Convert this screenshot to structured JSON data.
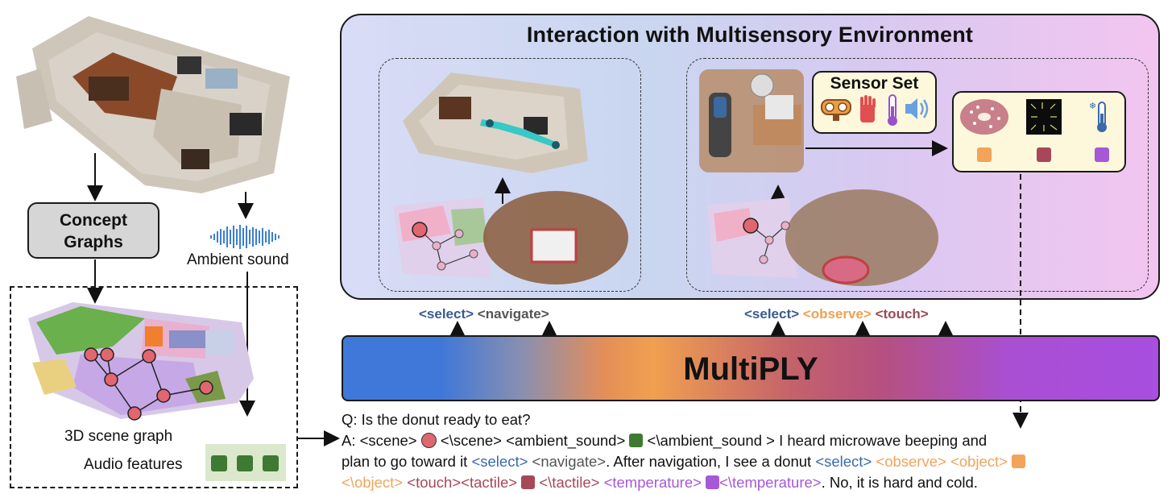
{
  "title": "Interaction with Multisensory Environment",
  "concept_graphs": {
    "line1": "Concept",
    "line2": "Graphs"
  },
  "ambient_sound_label": "Ambient sound",
  "scene_graph_label": "3D scene graph",
  "audio_features_label": "Audio features",
  "sensor_set_label": "Sensor Set",
  "model_name": "MultiPLY",
  "action_tokens_left": {
    "select": "<select>",
    "navigate": "<navigate>"
  },
  "action_tokens_right": {
    "select": "<select>",
    "observe": "<observe>",
    "touch": "<touch>"
  },
  "question": "Q: Is the donut ready to eat?",
  "answer": {
    "a_prefix": "A: <scene>",
    "scene_close": "<\\scene> <ambient_sound>",
    "ambient_close": "<\\ambient_sound > I heard microwave beeping and",
    "line2_start": "plan to go toward it",
    "select1": "<select>",
    "navigate": "<navigate>",
    "line2_mid": ". After navigation, I see a donut",
    "select2": "<select>",
    "observe": "<observe>",
    "object": "<object>",
    "object_close": "<\\object>",
    "touch": "<touch>",
    "tactile": "<tactile>",
    "tactile_close": "<\\tactile>",
    "temperature": "<temperature>",
    "temperature_close": "<\\temperature>",
    "ending": ". No, it is hard and cold."
  },
  "colors": {
    "select": "#3a6aa8",
    "navigate": "#555555",
    "observe": "#f3a35a",
    "touch": "#a8475a",
    "temperature": "#a658d8",
    "audio_green": "#3e7a32",
    "node_red": "#e06670"
  }
}
